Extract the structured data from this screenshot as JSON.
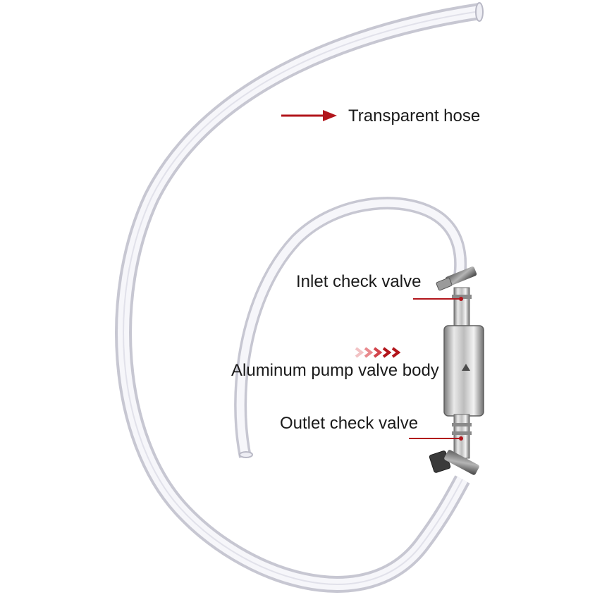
{
  "labels": {
    "transparent_hose": "Transparent hose",
    "inlet_check_valve": "Inlet check valve",
    "aluminum_pump_valve_body": "Aluminum pump valve body",
    "outlet_check_valve": "Outlet check valve"
  },
  "colors": {
    "accent": "#b2151b",
    "hose_edge": "#c9c9d4",
    "hose_fill": "#f4f4f8",
    "metal": "#a8a8a8"
  }
}
